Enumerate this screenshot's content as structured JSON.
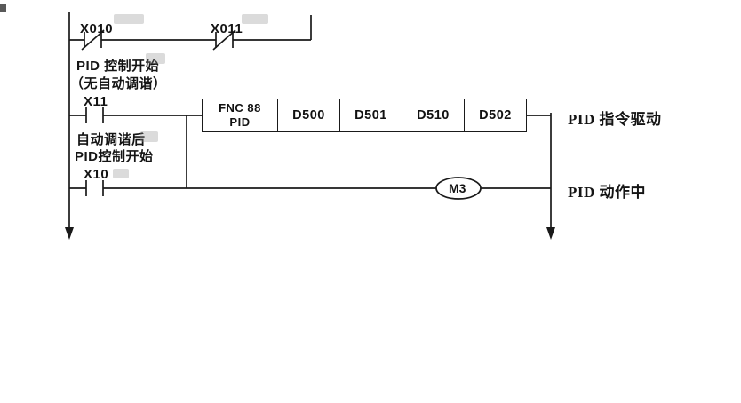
{
  "diagram": {
    "contacts": {
      "x010": {
        "label": "X010",
        "type": "normally-closed"
      },
      "x011": {
        "label": "X011",
        "type": "normally-closed"
      },
      "x11": {
        "label": "X11",
        "type": "normally-open"
      },
      "x10": {
        "label": "X10",
        "type": "normally-open"
      }
    },
    "annotations": {
      "pid_start_line1": "PID 控制开始",
      "pid_start_line2": "（无自动调谐）",
      "autotune_line1": "自动调谐后",
      "autotune_line2": "PID控制开始"
    },
    "instruction": {
      "fnc_line1": "FNC 88",
      "fnc_line2": "PID",
      "operands": [
        "D500",
        "D501",
        "D510",
        "D502"
      ]
    },
    "coil": {
      "label": "M3"
    },
    "right_labels": {
      "pid_drive": "PID 指令驱动",
      "pid_running": "PID 动作中"
    },
    "colors": {
      "line": "#1a1a1a",
      "background": "#ffffff"
    }
  }
}
